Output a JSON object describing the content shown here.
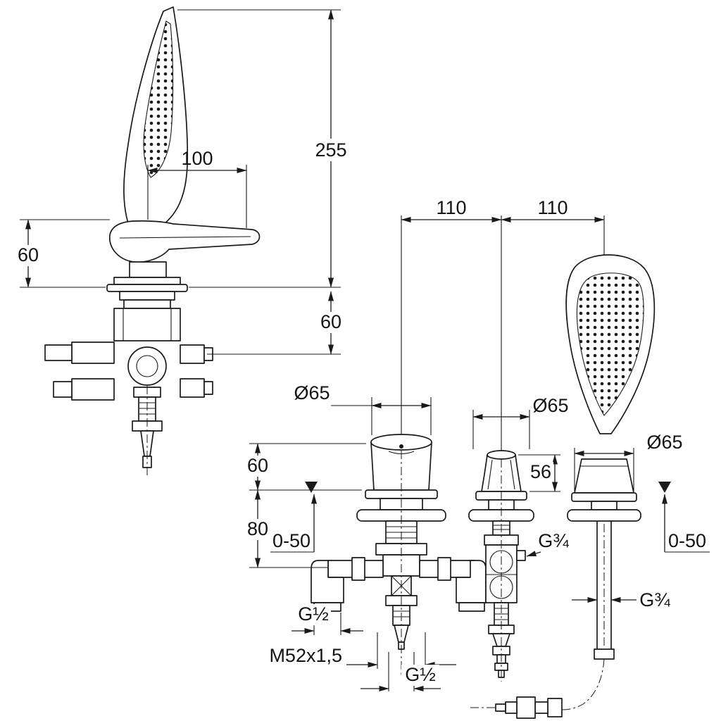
{
  "page": {
    "background": "#ffffff",
    "line_color": "#1a1a1a"
  },
  "drawing": {
    "dims": {
      "total_height": "255",
      "handle_length": "100",
      "handle_height": "60",
      "deck_to_outlet": "60",
      "spacing_left": "110",
      "spacing_right": "110",
      "mixer_trim_dia": "Ø65",
      "diverter_trim_dia": "Ø65",
      "holder_dia": "Ø65",
      "mixer_knob_height": "60",
      "diverter_knob_height": "56",
      "under_deck_depth": "80",
      "deck_thickness_left": "0-50",
      "deck_thickness_right": "0-50",
      "inlet_thread": "G½",
      "mount_thread": "M52x1,5",
      "outlet_thread": "G½",
      "diverter_thread": "G¾",
      "hose_thread": "G¾"
    }
  }
}
